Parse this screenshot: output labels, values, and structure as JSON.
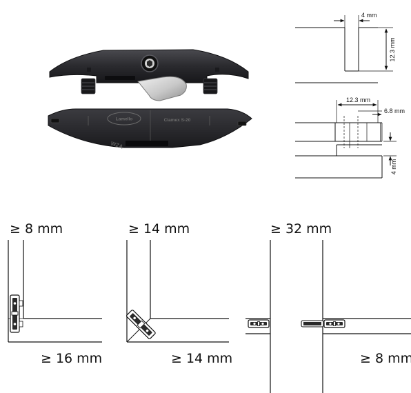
{
  "dimensions": {
    "top_gap": "4 mm",
    "top_height": "12.3 mm",
    "mid_width": "12.3 mm",
    "mid_depth": "6.8 mm",
    "low_gap": "4 mm"
  },
  "product": {
    "brand": "Lamello",
    "model": "Clamex S-20",
    "mark": "WZA"
  },
  "joints": [
    {
      "top_label": "≥ 8 mm",
      "bottom_label": "≥ 16 mm"
    },
    {
      "top_label": "≥ 14 mm",
      "bottom_label": "≥ 14 mm"
    },
    {
      "top_label": "≥ 32 mm",
      "bottom_label": "≥ 8 mm"
    }
  ],
  "colors": {
    "connector": "#2b2b2e",
    "lever": "#c9c9c9",
    "line": "#111111"
  }
}
